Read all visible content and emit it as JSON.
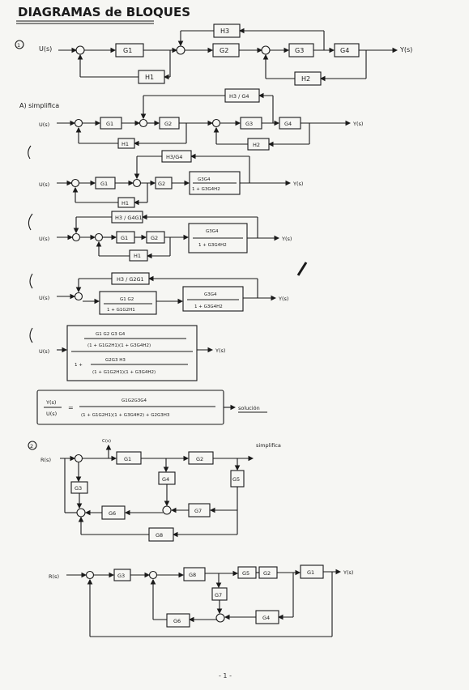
{
  "title": "DIAGRAMAS de BLOQUES",
  "page_number": "- 1 -",
  "problem1": {
    "number": "1",
    "input": "U(s)",
    "output": "Y(s)",
    "blocks": {
      "g1": "G1",
      "g2": "G2",
      "g3": "G3",
      "g4": "G4",
      "h1": "H1",
      "h2": "H2",
      "h3": "H3"
    },
    "step_label": "A) simplifica",
    "step1": {
      "input": "U(s)",
      "output": "Y(s)",
      "feedback": "H3 / G4",
      "g1": "G1",
      "g2": "G2",
      "g3": "G3",
      "g4": "G4",
      "h1": "H1",
      "h2": "H2"
    },
    "step2": {
      "input": "U(s)",
      "output": "Y(s)",
      "feedback": "H3/G4",
      "g1": "G1",
      "g2": "G2",
      "h1": "H1",
      "tf_num": "G3G4",
      "tf_den": "1 + G3G4H2"
    },
    "step3": {
      "input": "U(s)",
      "output": "Y(s)",
      "feedback": "H3 / G4G1",
      "g1": "G1",
      "g2": "G2",
      "h1": "H1",
      "tf_num": "G3G4",
      "tf_den": "1 + G3G4H2"
    },
    "step4": {
      "input": "U(s)",
      "output": "Y(s)",
      "feedback": "H3 / G2G1",
      "tf1_num": "G1 G2",
      "tf1_den": "1 + G1G2H1",
      "tf2_num": "G3G4",
      "tf2_den": "1 + G3G4H2"
    },
    "step5": {
      "input": "U(s)",
      "output": "Y(s)",
      "num_top": "G1 G2 G3 G4",
      "num_bot": "(1 + G1G2H1)(1 + G3G4H2)",
      "den_one": "1 +",
      "den_top": "G2G3 H3",
      "den_bot": "(1 + G1G2H1)(1 + G3G4H2)"
    },
    "result": {
      "lhs_num": "Y(s)",
      "lhs_den": "U(s)",
      "equals": "=",
      "num": "G1G2G3G4",
      "den": "(1 + G1G2H1)(1 + G3G4H2) + G2G3H3",
      "label": "solución"
    }
  },
  "problem2": {
    "number": "2",
    "note": "simplifica",
    "diagram1": {
      "input": "R(s)",
      "output": "C(s)",
      "blocks": {
        "g1": "G1",
        "g2": "G2",
        "g3": "G3",
        "g4": "G4",
        "g5": "G5",
        "g6": "G6",
        "g7": "G7",
        "g8": "G8"
      }
    },
    "diagram2": {
      "input": "R(s)",
      "output": "Y(s)",
      "blocks": {
        "g3": "G3",
        "g8": "G8",
        "g5": "G5",
        "g2": "G2",
        "g1": "G1",
        "g7": "G7",
        "g6": "G6",
        "g4": "G4"
      }
    }
  }
}
